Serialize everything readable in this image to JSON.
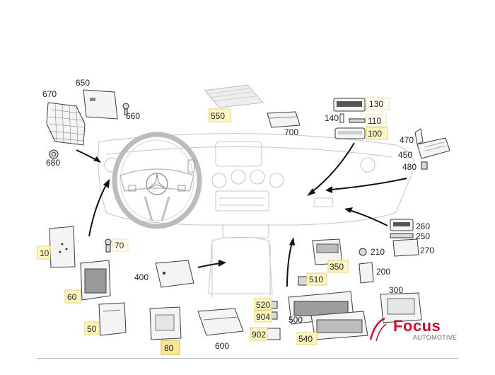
{
  "diagram": {
    "labels": {
      "p670": "670",
      "p650": "650",
      "p660": "660",
      "p680": "680",
      "p550": "550",
      "p700": "700",
      "p130": "130",
      "p140": "140",
      "p110": "110",
      "p100": "100",
      "p470": "470",
      "p450": "450",
      "p480": "480",
      "p10": "10",
      "p70": "70",
      "p60": "60",
      "p400": "400",
      "p50": "50",
      "p80": "80",
      "p600": "600",
      "p520": "520",
      "p904": "904",
      "p902": "902",
      "p510": "510",
      "p500": "500",
      "p540": "540",
      "p350": "350",
      "p210": "210",
      "p200": "200",
      "p260": "260",
      "p250": "250",
      "p270": "270",
      "p300": "300"
    }
  },
  "logo": {
    "name": "Focus",
    "subtitle": "AUTOMOTIVE",
    "accent_color": "#c8102e"
  }
}
